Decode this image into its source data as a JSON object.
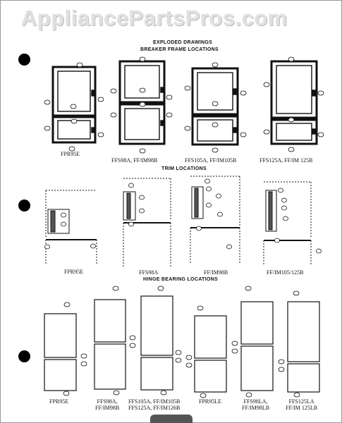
{
  "watermark": "AppliancePartsPros.com",
  "headings": {
    "title": "EXPLODED DRAWINGS",
    "breaker": "BREAKER FRAME LOCATIONS",
    "trim": "TRIM LOCATIONS",
    "hinge": "HINGE BEARING LOCATIONS"
  },
  "breaker_captions": [
    "FPR95E",
    "FFS98A, FF/IM98B",
    "FFS105A, FF/IM105B",
    "FFS125A, FF/IM 125B"
  ],
  "trim_captions": [
    "FPR95E",
    "FFS98A",
    "FF/IM98B",
    "FF/IM105/125B"
  ],
  "hinge_captions": [
    [
      "FPR95E",
      ""
    ],
    [
      "FFS98A,",
      "FF/IM98B"
    ],
    [
      "FFS105A, FF/IM105B",
      "FFS125A, FF/IM126B"
    ],
    [
      "FPR95LE",
      ""
    ],
    [
      "FFS98LA,",
      "FF/IM98LB"
    ],
    [
      "FFS125LA",
      "FF/IM 125LB"
    ]
  ]
}
